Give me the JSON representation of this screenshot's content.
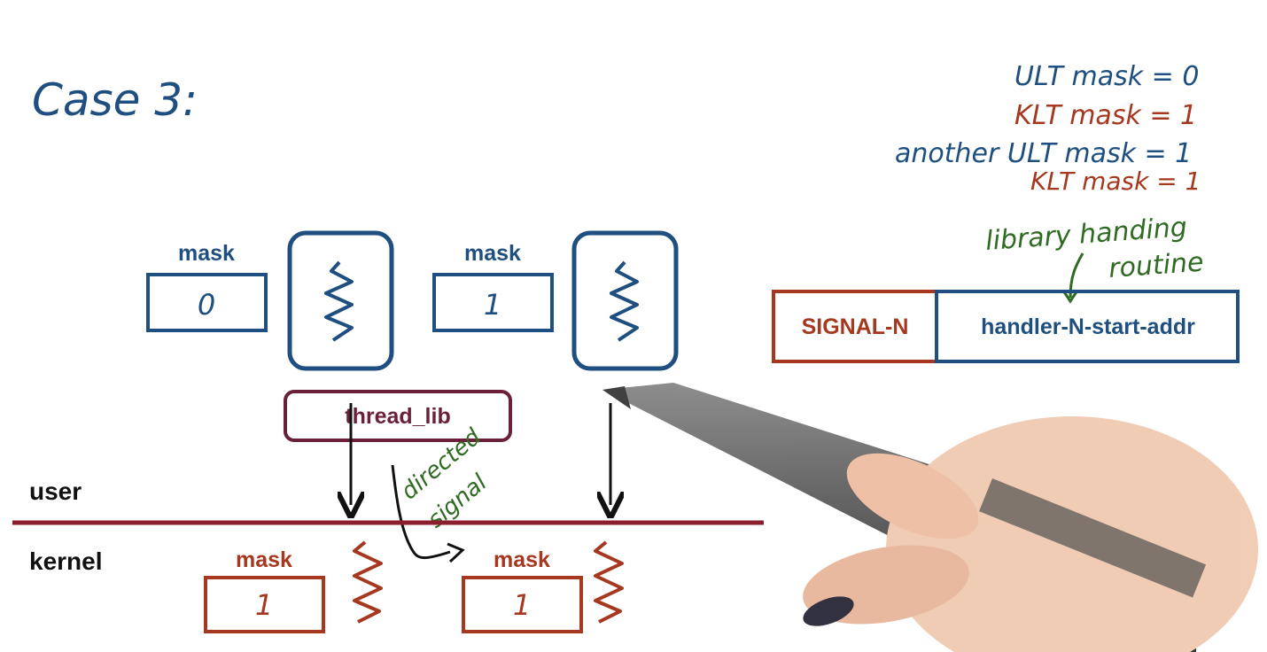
{
  "title": "Case 3:",
  "notes": {
    "line1": "ULT mask = 0",
    "line2": "KLT mask = 1",
    "line3": "another ULT mask = 1",
    "line4": "KLT mask = 1"
  },
  "user_threads": [
    {
      "mask_label": "mask",
      "mask_value": "0"
    },
    {
      "mask_label": "mask",
      "mask_value": "1"
    }
  ],
  "kernel_threads": [
    {
      "mask_label": "mask",
      "mask_value": "1"
    },
    {
      "mask_label": "mask",
      "mask_value": "1"
    }
  ],
  "thread_lib": "thread_lib",
  "directed_signal": {
    "line1": "directed",
    "line2": "signal"
  },
  "layers": {
    "user": "user",
    "kernel": "kernel"
  },
  "signal_table": {
    "signal": "SIGNAL-N",
    "handler": "handler-N-start-addr"
  },
  "handler_note": {
    "line1": "library handing",
    "line2": "routine"
  },
  "colors": {
    "blue": "#1e4f80",
    "red": "#a5381f",
    "green": "#2f6b23",
    "maroon": "#6a1f3a",
    "divider": "#8b1e2c"
  }
}
